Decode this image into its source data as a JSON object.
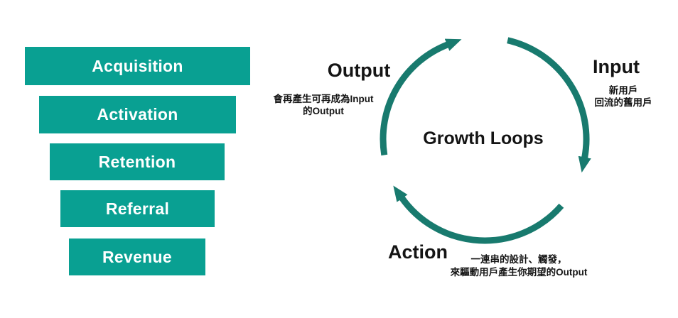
{
  "colors": {
    "funnel_bar": "#09a092",
    "funnel_bar_text": "#ffffff",
    "loop_arrow": "#187a6e",
    "text": "#1b1b1b",
    "background": "#ffffff"
  },
  "funnel": {
    "items": [
      {
        "label": "Acquisition"
      },
      {
        "label": "Activation"
      },
      {
        "label": "Retention"
      },
      {
        "label": "Referral"
      },
      {
        "label": "Revenue"
      }
    ]
  },
  "loop": {
    "title": "Growth Loops",
    "output": {
      "label": "Output",
      "note_line1": "會再產生可再成為Input",
      "note_line2": "的Output"
    },
    "input": {
      "label": "Input",
      "note_line1": "新用戶",
      "note_line2": "回流的舊用戶"
    },
    "action": {
      "label": "Action",
      "note_line1": "一連串的設計、觸發，",
      "note_line2": "來驅動用戶產生你期望的Output"
    }
  }
}
